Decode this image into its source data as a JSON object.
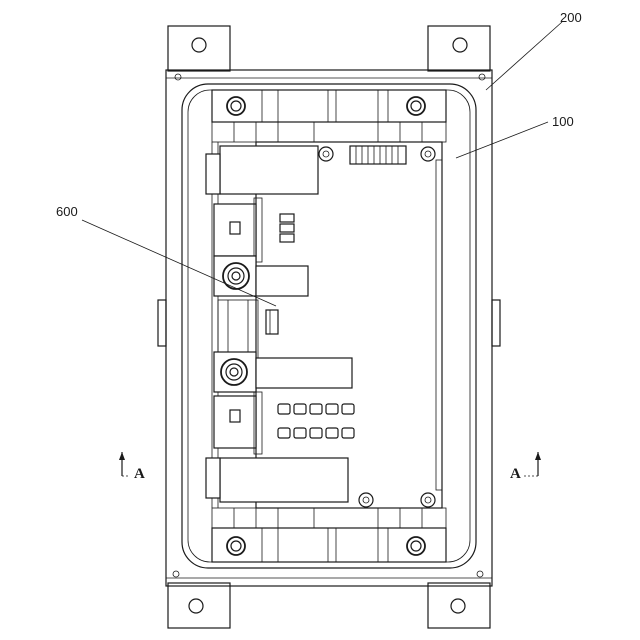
{
  "labels": {
    "outer_frame": "200",
    "board": "100",
    "component": "600",
    "section_left": "A",
    "section_right": "A"
  }
}
